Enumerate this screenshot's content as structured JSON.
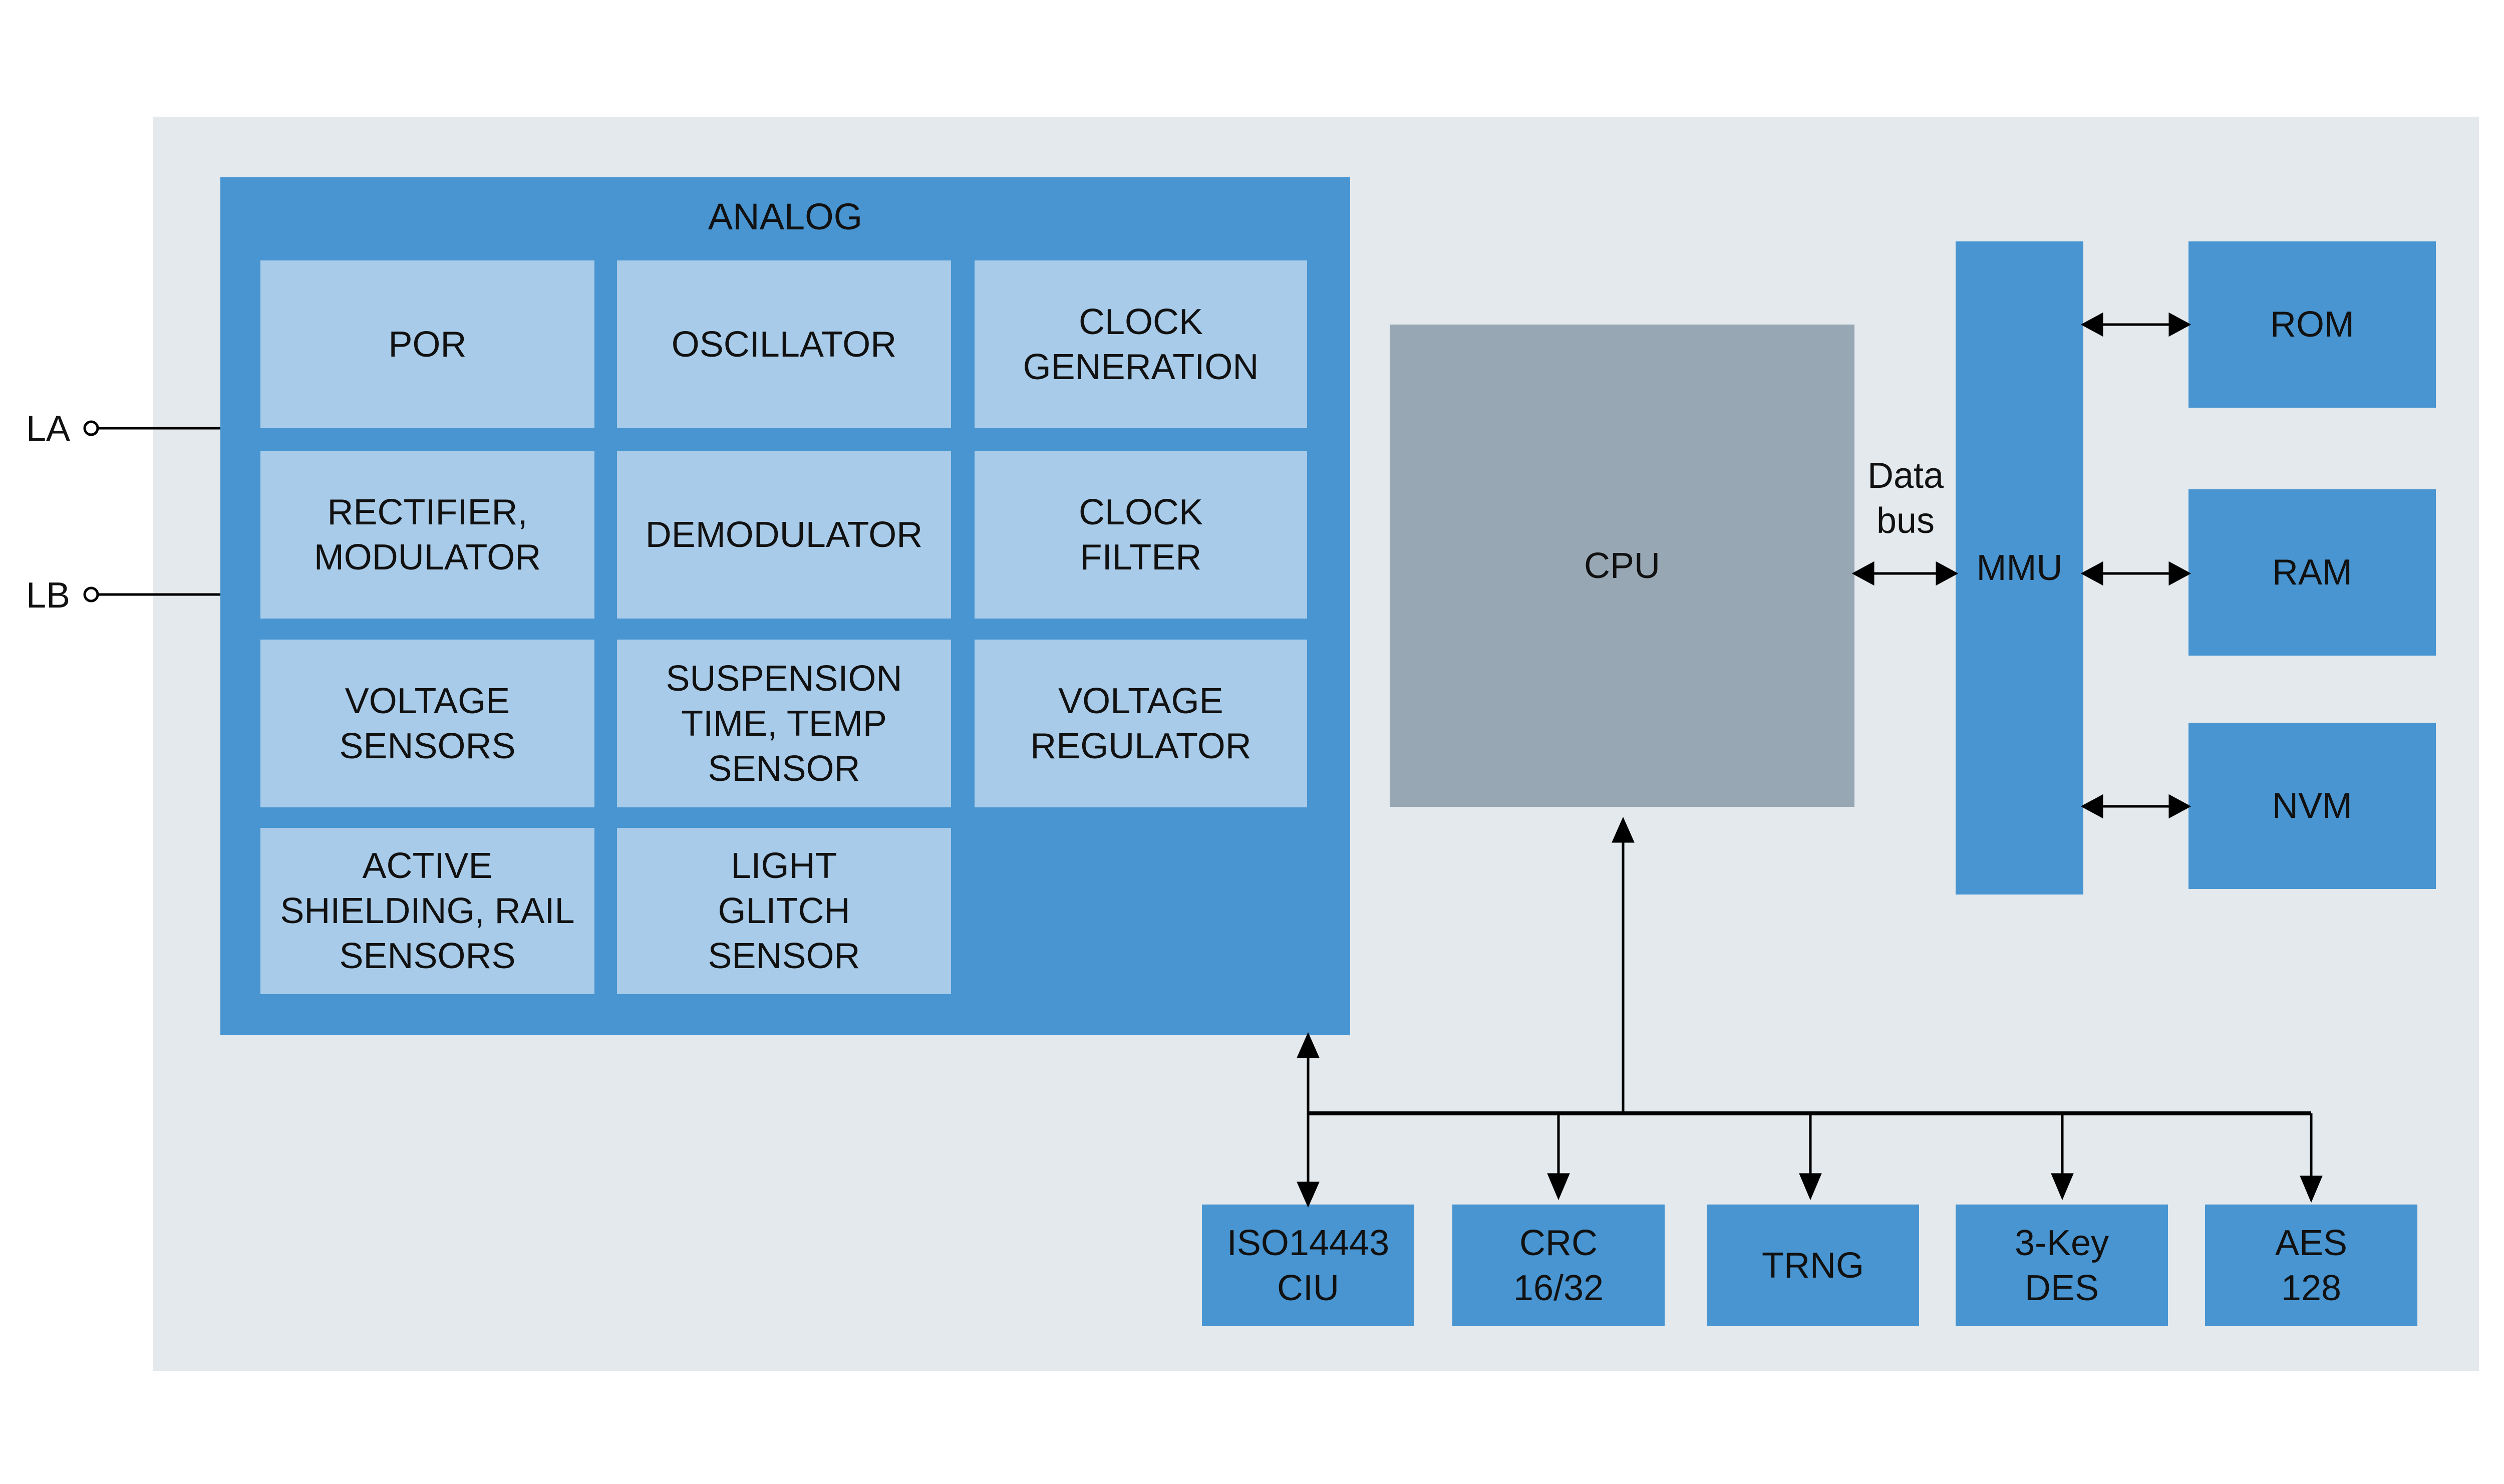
{
  "diagram": {
    "analog_block": {
      "title": "ANALOG",
      "cells": [
        "POR",
        "OSCILLATOR",
        "CLOCK\nGENERATION",
        "RECTIFIER,\nMODULATOR",
        "DEMODULATOR",
        "CLOCK\nFILTER",
        "VOLTAGE\nSENSORS",
        "SUSPENSION\nTIME, TEMP\nSENSOR",
        "VOLTAGE\nREGULATOR",
        "ACTIVE\nSHIELDING, RAIL\nSENSORS",
        "LIGHT\nGLITCH\nSENSOR"
      ]
    },
    "pins": [
      "LA",
      "LB"
    ],
    "cpu": "CPU",
    "data_bus_label": "Data\nbus",
    "mmu": "MMU",
    "memories": [
      "ROM",
      "RAM",
      "NVM"
    ],
    "peripherals": [
      "ISO14443\nCIU",
      "CRC\n16/32",
      "TRNG",
      "3-Key\nDES",
      "AES\n128"
    ],
    "colors": {
      "panel": "#e3e9ed",
      "block_blue": "#4895d1",
      "cell_light_blue": "#a8cbe9",
      "cpu_gray": "#98a7b4"
    }
  }
}
